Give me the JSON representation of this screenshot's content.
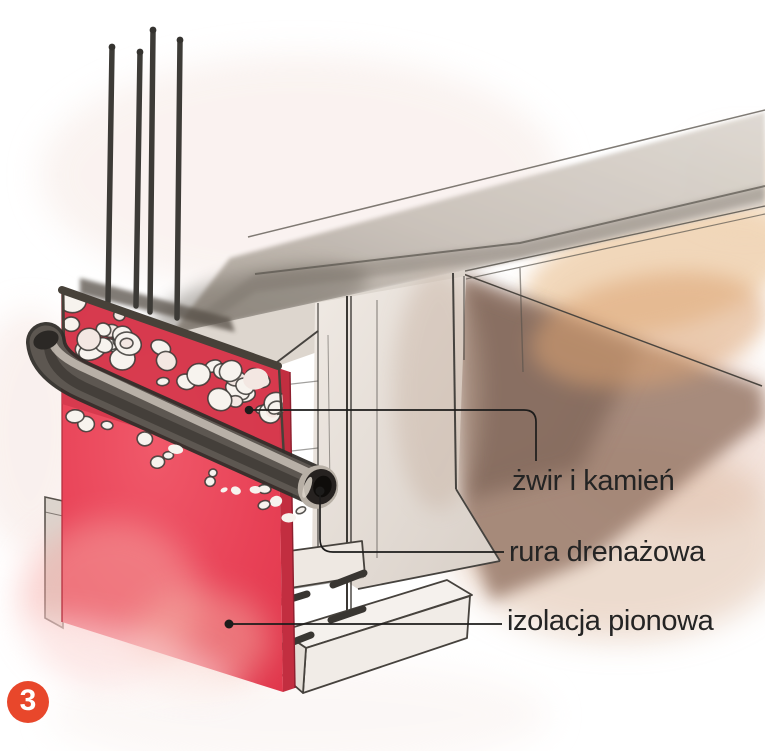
{
  "illustration": {
    "type": "construction-detail-drawing",
    "subject": "foundation drainage and insulation detail (hand-drawn watercolor style)",
    "badge": {
      "number": "3",
      "color": "#e8472b"
    },
    "callouts": [
      {
        "id": "gravel",
        "label": "żwir i kamień"
      },
      {
        "id": "drainpipe",
        "label": "rura drenażowa"
      },
      {
        "id": "insulation",
        "label": "izolacja pionowa"
      }
    ],
    "colors": {
      "insulation_red": "#e64055",
      "gravel_zone_red": "#d5394c",
      "stone_white": "#f7f3ee",
      "pipe_gray": "#56514b",
      "concrete_gray": "#d9d1c9",
      "footing_band_gray": "#b9b1a8",
      "soil_brown": "#8d7163",
      "orange_wash": "#e5b287",
      "ink_line": "#3c3935",
      "label_text": "#242424",
      "badge_red": "#e8472b"
    }
  }
}
